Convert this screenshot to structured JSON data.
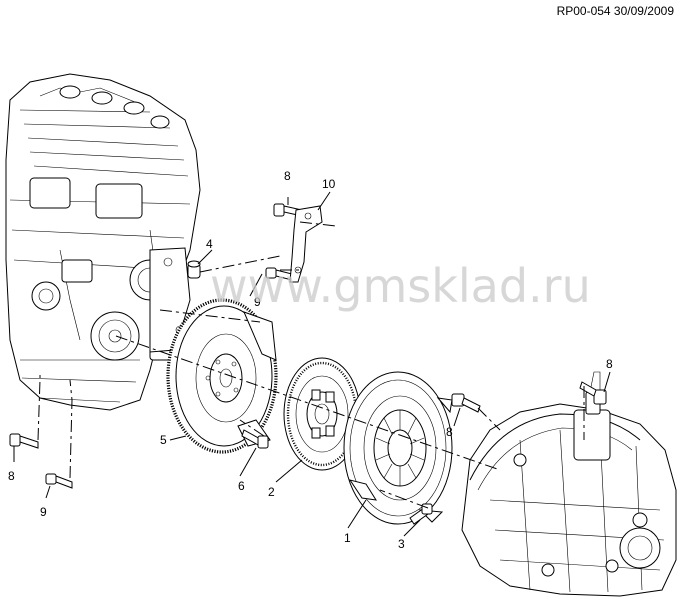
{
  "reference": "RP00-054 30/09/2009",
  "watermark": "www.gmsklad.ru",
  "callouts": {
    "c1": "1",
    "c2": "2",
    "c3": "3",
    "c4": "4",
    "c5": "5",
    "c6": "6",
    "c8a": "8",
    "c8b": "8",
    "c8c": "8",
    "c8d": "8",
    "c9a": "9",
    "c9b": "9",
    "c10": "10"
  }
}
